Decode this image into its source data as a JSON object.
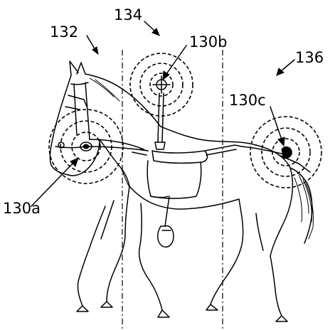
{
  "figure": {
    "labels": {
      "zone_left": "132",
      "zone_middle": "134",
      "zone_right": "136",
      "sensor_head": "130a",
      "sensor_back": "130b",
      "sensor_tail": "130c"
    },
    "ink_color": "#000000",
    "background_color": "#ffffff"
  }
}
